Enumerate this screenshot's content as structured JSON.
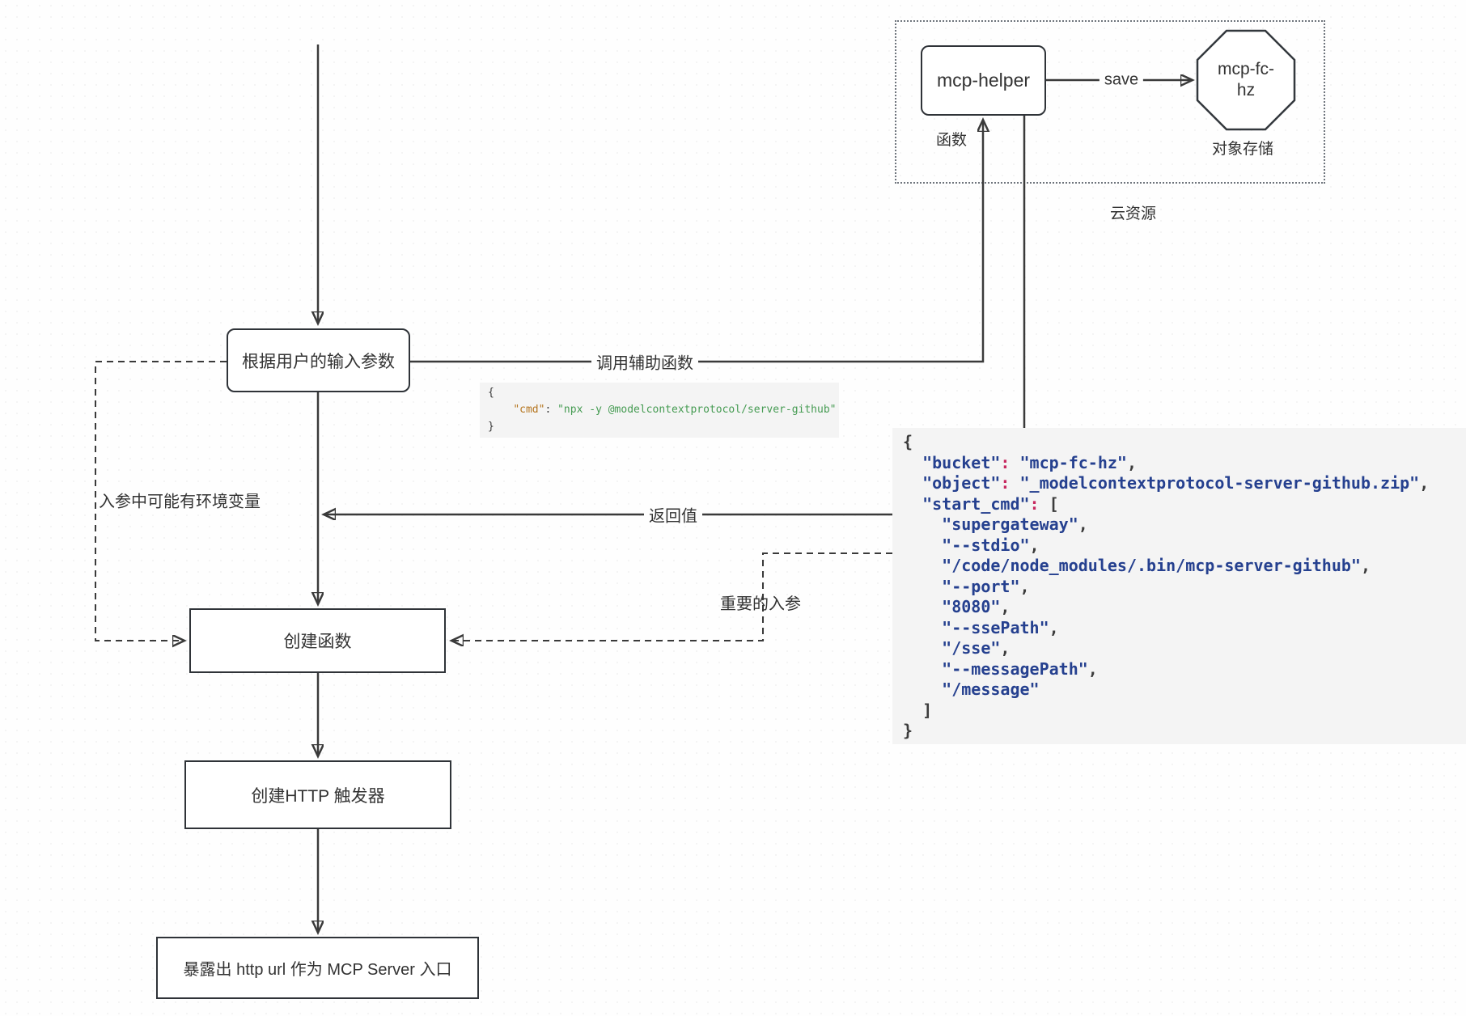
{
  "colors": {
    "line": "#3a3a3a",
    "text": "#333333",
    "code_navy": "#25408f",
    "code_red": "#c7295f",
    "code_orange": "#b5751f",
    "code_green": "#459b52",
    "code_background": "#f4f4f4"
  },
  "cloud": {
    "group_label": "云资源",
    "function_node": {
      "text": "mcp-helper",
      "caption": "函数"
    },
    "save_label": "save",
    "storage_node": {
      "line1": "mcp-fc-",
      "line2": "hz",
      "caption": "对象存储"
    }
  },
  "flow": {
    "step1": "根据用户的输入参数",
    "step2": "创建函数",
    "step3": "创建HTTP 触发器",
    "step4": "暴露出 http url 作为 MCP Server 入口"
  },
  "edges": {
    "call_helper": "调用辅助函数",
    "return_value": "返回值",
    "env_note": "入参中可能有环境变量",
    "important_params": "重要的入参"
  },
  "call_snippet": {
    "lines": [
      [
        {
          "t": "{",
          "s": "p"
        }
      ],
      [
        {
          "t": "    ",
          "s": "p"
        },
        {
          "t": "\"cmd\"",
          "s": "key"
        },
        {
          "t": ":",
          "s": "p"
        },
        {
          "t": " ",
          "s": "p"
        },
        {
          "t": "\"npx -y @modelcontextprotocol/server-github\"",
          "s": "str"
        }
      ],
      [
        {
          "t": "}",
          "s": "p"
        }
      ]
    ]
  },
  "result_snippet": {
    "lines": [
      [
        {
          "t": "{",
          "s": "p"
        }
      ],
      [
        {
          "t": "  ",
          "s": "p"
        },
        {
          "t": "\"bucket\"",
          "s": "k"
        },
        {
          "t": ":",
          "s": "c"
        },
        {
          "t": " ",
          "s": "p"
        },
        {
          "t": "\"mcp-fc-hz\"",
          "s": "k"
        },
        {
          "t": ",",
          "s": "p"
        }
      ],
      [
        {
          "t": "  ",
          "s": "p"
        },
        {
          "t": "\"object\"",
          "s": "k"
        },
        {
          "t": ":",
          "s": "c"
        },
        {
          "t": " ",
          "s": "p"
        },
        {
          "t": "\"_modelcontextprotocol-server-github.zip\"",
          "s": "k"
        },
        {
          "t": ",",
          "s": "p"
        }
      ],
      [
        {
          "t": "  ",
          "s": "p"
        },
        {
          "t": "\"start_cmd\"",
          "s": "k"
        },
        {
          "t": ":",
          "s": "c"
        },
        {
          "t": " [",
          "s": "p"
        }
      ],
      [
        {
          "t": "    ",
          "s": "p"
        },
        {
          "t": "\"supergateway\"",
          "s": "k"
        },
        {
          "t": ",",
          "s": "p"
        }
      ],
      [
        {
          "t": "    ",
          "s": "p"
        },
        {
          "t": "\"--stdio\"",
          "s": "k"
        },
        {
          "t": ",",
          "s": "p"
        }
      ],
      [
        {
          "t": "    ",
          "s": "p"
        },
        {
          "t": "\"/code/node_modules/.bin/mcp-server-github\"",
          "s": "k"
        },
        {
          "t": ",",
          "s": "p"
        }
      ],
      [
        {
          "t": "    ",
          "s": "p"
        },
        {
          "t": "\"--port\"",
          "s": "k"
        },
        {
          "t": ",",
          "s": "p"
        }
      ],
      [
        {
          "t": "    ",
          "s": "p"
        },
        {
          "t": "\"8080\"",
          "s": "k"
        },
        {
          "t": ",",
          "s": "p"
        }
      ],
      [
        {
          "t": "    ",
          "s": "p"
        },
        {
          "t": "\"--ssePath\"",
          "s": "k"
        },
        {
          "t": ",",
          "s": "p"
        }
      ],
      [
        {
          "t": "    ",
          "s": "p"
        },
        {
          "t": "\"/sse\"",
          "s": "k"
        },
        {
          "t": ",",
          "s": "p"
        }
      ],
      [
        {
          "t": "    ",
          "s": "p"
        },
        {
          "t": "\"--messagePath\"",
          "s": "k"
        },
        {
          "t": ",",
          "s": "p"
        }
      ],
      [
        {
          "t": "    ",
          "s": "p"
        },
        {
          "t": "\"/message\"",
          "s": "k"
        }
      ],
      [
        {
          "t": "  ]",
          "s": "p"
        }
      ],
      [
        {
          "t": "}",
          "s": "p"
        }
      ]
    ]
  }
}
